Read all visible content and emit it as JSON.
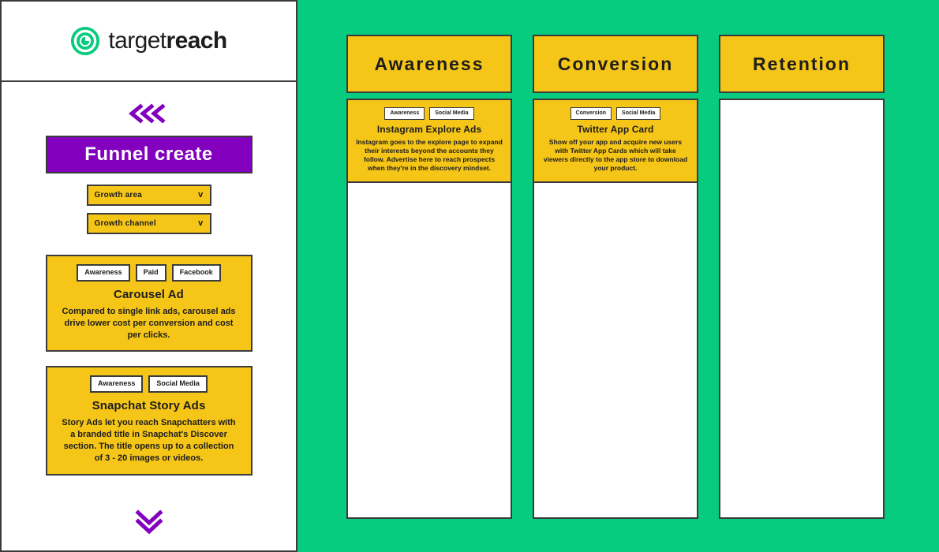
{
  "brand": {
    "logo_icon": "target-bullseye-icon",
    "name_light": "target",
    "name_bold": "reach",
    "accent_green": "#07cb7e",
    "accent_yellow": "#f5c518",
    "accent_purple": "#8200be",
    "outline": "#3b3b3b"
  },
  "sidebar": {
    "collapse_icon": "chevron-double-left-icon",
    "expand_icon": "chevron-double-down-icon",
    "primary_button": "Funnel create",
    "selects": [
      {
        "label": "Growth area",
        "caret": "v"
      },
      {
        "label": "Growth channel",
        "caret": "v"
      }
    ],
    "cards": [
      {
        "tags": [
          "Awareness",
          "Paid",
          "Facebook"
        ],
        "title": "Carousel Ad",
        "description": "Compared to single link ads, carousel ads drive lower cost per conversion and cost per clicks."
      },
      {
        "tags": [
          "Awareness",
          "Social Media"
        ],
        "title": "Snapchat Story Ads",
        "description": "Story Ads let you reach Snapchatters with a branded title in Snapchat's Discover section. The title opens up to a collection of 3 - 20 images or videos."
      }
    ]
  },
  "board": {
    "columns": [
      {
        "title": "Awareness",
        "cards": [
          {
            "tags": [
              "Awareness",
              "Social Media"
            ],
            "title": "Instagram Explore Ads",
            "description": "Instagram goes to the explore page to expand their interests beyond the accounts they follow. Advertise here to reach prospects when they're in the discovery mindset."
          }
        ]
      },
      {
        "title": "Conversion",
        "cards": [
          {
            "tags": [
              "Conversion",
              "Social Media"
            ],
            "title": "Twitter App Card",
            "description": "Show off your app and acquire new users with Twitter App Cards which will take viewers directly to the app store to download your product."
          }
        ]
      },
      {
        "title": "Retention",
        "cards": []
      }
    ]
  }
}
